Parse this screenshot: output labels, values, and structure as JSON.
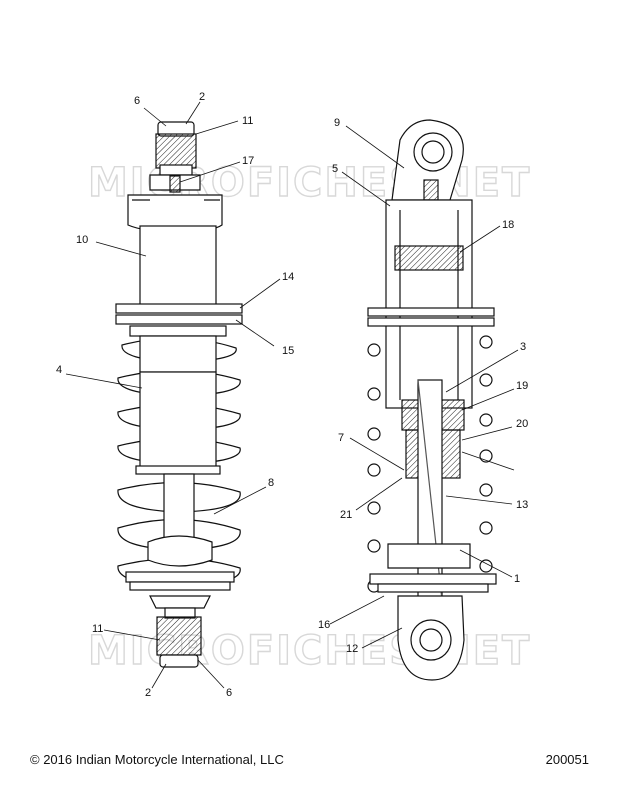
{
  "watermark": "MICROFICHES.NET",
  "callouts": {
    "left_6_top": "6",
    "left_2_top": "2",
    "left_11_top": "11",
    "left_17": "17",
    "left_10": "10",
    "left_14": "14",
    "left_15": "15",
    "left_4": "4",
    "left_8": "8",
    "left_11_bottom": "11",
    "left_2_bottom": "2",
    "left_6_bottom": "6",
    "right_9": "9",
    "right_5": "5",
    "right_18": "18",
    "right_3": "3",
    "right_19": "19",
    "right_20": "20",
    "right_7": "7",
    "right_21": "21",
    "right_13": "13",
    "right_1": "1",
    "right_16": "16",
    "right_12": "12"
  },
  "footer": {
    "copyright": "© 2016 Indian Motorcycle International, LLC",
    "diagram_number": "200051"
  }
}
